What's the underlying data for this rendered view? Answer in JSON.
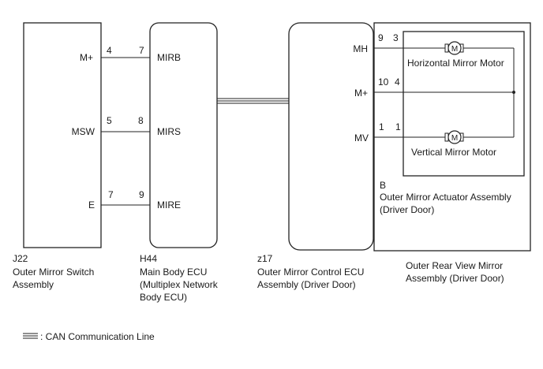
{
  "components": {
    "j22": {
      "code": "J22",
      "name_lines": [
        "Outer Mirror Switch",
        "Assembly"
      ],
      "terminals": [
        "M+",
        "MSW",
        "E"
      ]
    },
    "h44": {
      "code": "H44",
      "name_lines": [
        "Main Body ECU",
        "(Multiplex Network",
        "Body ECU)"
      ],
      "terminals": [
        "MIRB",
        "MIRS",
        "MIRE"
      ]
    },
    "z17": {
      "code": "z17",
      "name_lines": [
        "Outer Mirror Control ECU",
        "Assembly (Driver Door)"
      ],
      "terminals": [
        "MH",
        "M+",
        "MV"
      ]
    },
    "actuator": {
      "code": "B",
      "name_lines": [
        "Outer Mirror Actuator Assembly",
        "(Driver Door)"
      ],
      "horizontal_motor": "Horizontal Mirror Motor",
      "vertical_motor": "Vertical Mirror Motor",
      "motor_symbol": "M"
    },
    "mirror": {
      "name_lines": [
        "Outer Rear View Mirror",
        "Assembly (Driver Door)"
      ]
    }
  },
  "wires": [
    {
      "left_pin": "4",
      "right_pin": "7"
    },
    {
      "left_pin": "5",
      "right_pin": "8"
    },
    {
      "left_pin": "7",
      "right_pin": "9"
    }
  ],
  "actuator_pins": [
    {
      "ecu_pin": "9",
      "act_pin": "3"
    },
    {
      "ecu_pin": "10",
      "act_pin": "4"
    },
    {
      "ecu_pin": "1",
      "act_pin": "1"
    }
  ],
  "legend": {
    "text": ": CAN Communication Line"
  }
}
